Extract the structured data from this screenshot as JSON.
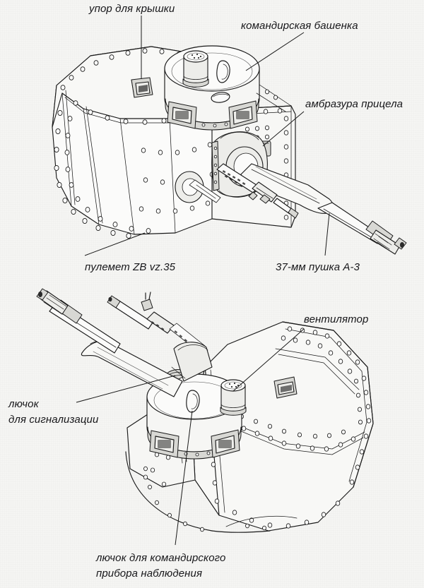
{
  "document": {
    "type": "technical-illustration",
    "subject": "Tank turret — two isometric views with callout labels",
    "language": "ru",
    "background_color": "#f5f5f3",
    "line_color": "#1a1a1a"
  },
  "figures": [
    {
      "id": "upper-view",
      "caption_position": "top",
      "description": "Turret seen from front-right with 37 mm gun and coaxial machine gun"
    },
    {
      "id": "lower-view",
      "caption_position": "bottom",
      "description": "Turret seen from rear-left with commander cupola and ventilator"
    }
  ],
  "labels": [
    {
      "id": "hatch-stop",
      "text": "упор для крышки",
      "figure": "upper-view"
    },
    {
      "id": "commander-cupola",
      "text": "командирская башенка",
      "figure": "upper-view"
    },
    {
      "id": "sight-port",
      "text": "амбразура прицела",
      "figure": "upper-view"
    },
    {
      "id": "machine-gun",
      "text": "пулемет ZB vz.35",
      "figure": "upper-view"
    },
    {
      "id": "main-gun",
      "text": "37-мм пушка А-3",
      "figure": "upper-view"
    },
    {
      "id": "ventilator",
      "text": "вентилятор",
      "figure": "lower-view"
    },
    {
      "id": "signal-hatch-l1",
      "text": "лючок",
      "figure": "lower-view"
    },
    {
      "id": "signal-hatch-l2",
      "text": "для сигнализации",
      "figure": "lower-view"
    },
    {
      "id": "observation-l1",
      "text": "лючок для командирского",
      "figure": "lower-view"
    },
    {
      "id": "observation-l2",
      "text": "прибора наблюдения",
      "figure": "lower-view"
    }
  ]
}
